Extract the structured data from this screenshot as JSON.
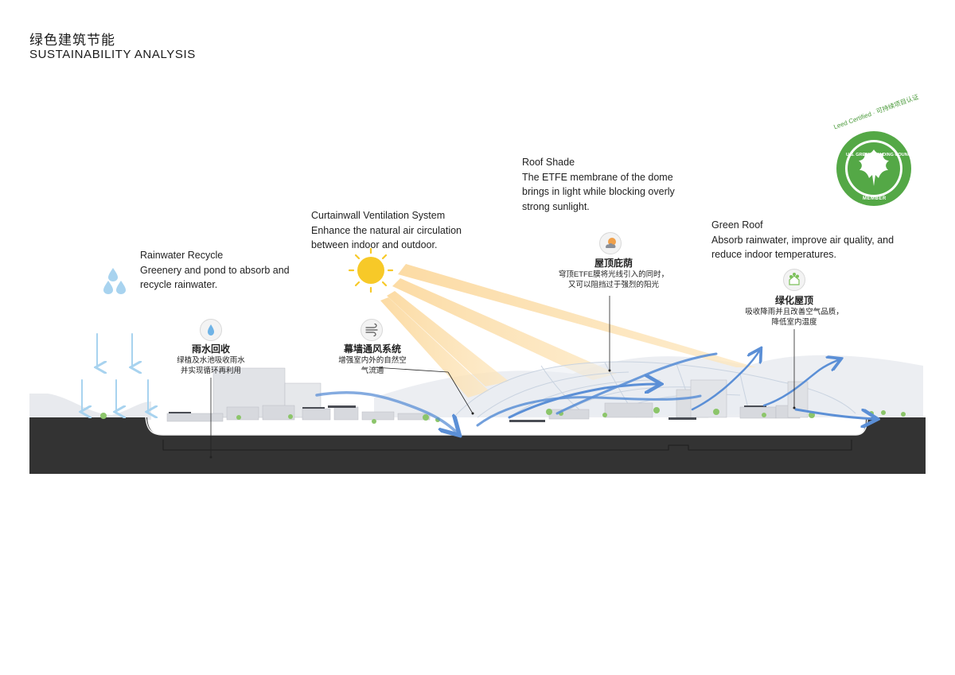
{
  "title": {
    "cn": "绿色建筑节能",
    "en": "SUSTAINABILITY ANALYSIS"
  },
  "notes": {
    "rainwater": {
      "title": "Rainwater Recycle",
      "body": "Greenery and pond to absorb and\nrecycle rainwater."
    },
    "ventilation": {
      "title": "Curtainwall Ventilation System",
      "body": "Enhance the natural air circulation\nbetween indoor and outdoor."
    },
    "roof_shade": {
      "title": "Roof Shade",
      "body": "The ETFE membrane of the dome\nbrings in light while blocking overly\nstrong sunlight."
    },
    "green_roof": {
      "title": "Green Roof",
      "body": "Absorb rainwater, improve air quality, and\nreduce indoor temperatures."
    }
  },
  "cn_labels": {
    "rainwater": {
      "title": "雨水回收",
      "body": "绿植及水池吸收雨水\n并实现循环再利用"
    },
    "ventilation": {
      "title": "幕墙通风系统",
      "body": "增强室内外的自然空\n气流通"
    },
    "roof_shade": {
      "title": "屋顶庇荫",
      "body": "穹顶ETFE膜将光线引入的同时，\n又可以阻挡过于强烈的阳光"
    },
    "green_roof": {
      "title": "绿化屋顶",
      "body": "吸收降雨并且改善空气品质，\n降低室内温度"
    }
  },
  "icons": {
    "rainwater": "water-drop-icon",
    "ventilation": "wind-icon",
    "roof_shade": "sun-cloud-icon",
    "green_roof": "green-house-icon"
  },
  "badge": {
    "arc_text": "Leed Certified · 可持续项目认证",
    "ring_text": "U.S. GREEN BUILDING COUNCIL",
    "member": "MEMBER"
  },
  "colors": {
    "sun": "#f7c928",
    "sunbeam": "#fbd79a",
    "airflow": "#5b8fd6",
    "rain": "#a8d3ef",
    "ground": "#333333",
    "badge_green": "#54a846",
    "vegetation": "#8cc56a"
  }
}
